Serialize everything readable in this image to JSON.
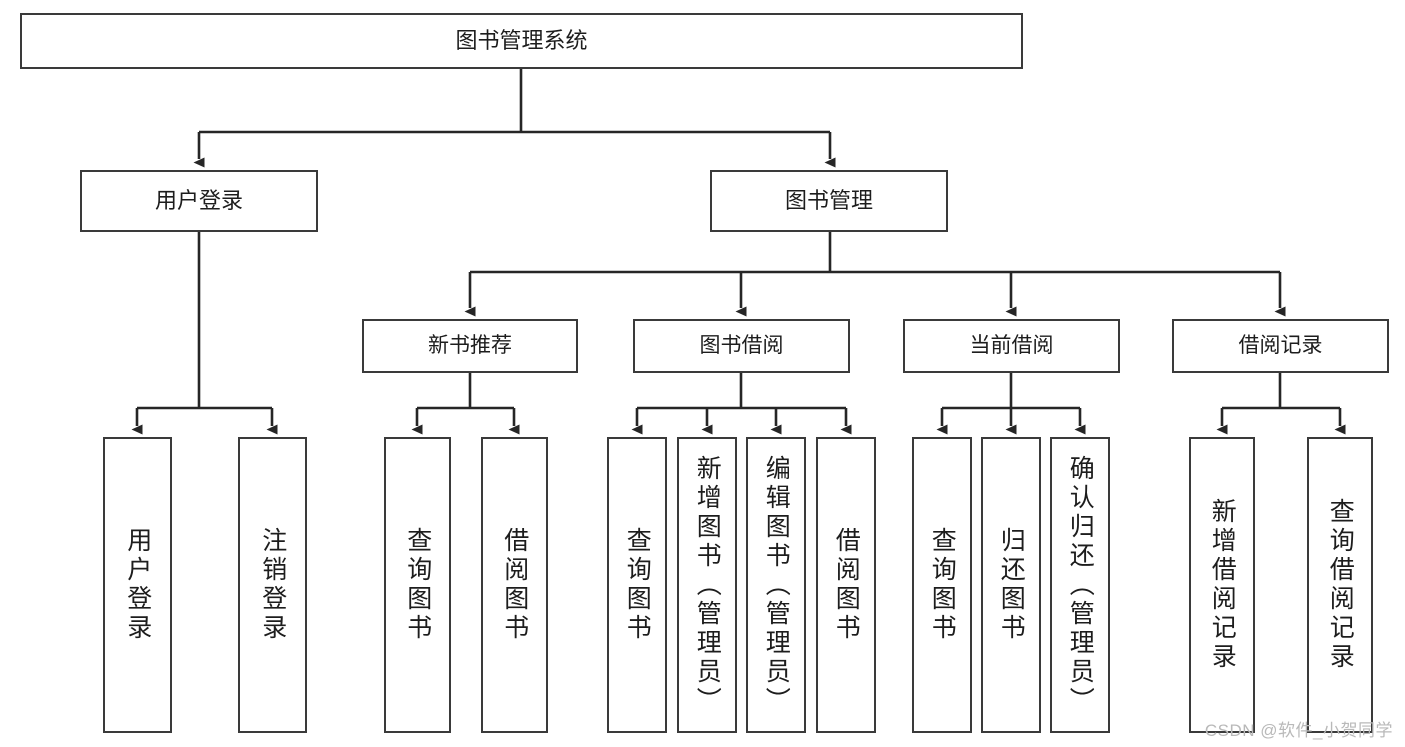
{
  "diagram": {
    "type": "tree",
    "title": "图书管理系统",
    "root": {
      "id": "root",
      "label": "图书管理系统"
    },
    "level2": [
      {
        "id": "user-login",
        "label": "用户登录"
      },
      {
        "id": "book-manage",
        "label": "图书管理"
      }
    ],
    "level3": [
      {
        "id": "new-book-recommend",
        "label": "新书推荐"
      },
      {
        "id": "book-borrow",
        "label": "图书借阅"
      },
      {
        "id": "current-borrow",
        "label": "当前借阅"
      },
      {
        "id": "borrow-record",
        "label": "借阅记录"
      }
    ],
    "leaves": [
      {
        "id": "leaf-user-login",
        "label": "用户登录",
        "parent": "user-login"
      },
      {
        "id": "leaf-logout",
        "label": "注销登录",
        "parent": "user-login"
      },
      {
        "id": "leaf-query-book-1",
        "label": "查询图书",
        "parent": "new-book-recommend"
      },
      {
        "id": "leaf-borrow-book-1",
        "label": "借阅图书",
        "parent": "new-book-recommend"
      },
      {
        "id": "leaf-query-book-2",
        "label": "查询图书",
        "parent": "book-borrow"
      },
      {
        "id": "leaf-add-book",
        "label": "新增图书（管理员）",
        "parent": "book-borrow"
      },
      {
        "id": "leaf-edit-book",
        "label": "编辑图书（管理员）",
        "parent": "book-borrow"
      },
      {
        "id": "leaf-borrow-book-2",
        "label": "借阅图书",
        "parent": "book-borrow"
      },
      {
        "id": "leaf-query-book-3",
        "label": "查询图书",
        "parent": "current-borrow"
      },
      {
        "id": "leaf-return-book",
        "label": "归还图书",
        "parent": "current-borrow"
      },
      {
        "id": "leaf-confirm-return",
        "label": "确认归还（管理员）",
        "parent": "current-borrow"
      },
      {
        "id": "leaf-add-record",
        "label": "新增借阅记录",
        "parent": "borrow-record"
      },
      {
        "id": "leaf-query-record",
        "label": "查询借阅记录",
        "parent": "borrow-record"
      }
    ],
    "colors": {
      "box_border": "#3a3a3a",
      "box_fill": "#ffffff",
      "connector": "#262626",
      "text": "#1d1d1d",
      "watermark": "#b9b9b9"
    }
  },
  "watermark": {
    "text": "CSDN @软件_小贺同学"
  }
}
